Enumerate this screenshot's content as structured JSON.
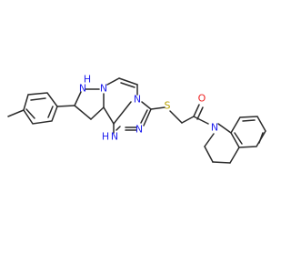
{
  "molecule": {
    "atoms": {
      "N_pz": "N",
      "NH_pz": "N",
      "NH_pz_H": "H",
      "N_tz_a": "N",
      "N_tz_b": "N",
      "NH_tz": "N",
      "NH_tz_H": "H",
      "S": "S",
      "O": "O",
      "N_q": "N"
    }
  },
  "colors": {
    "bond": "#2a2a2a",
    "nitrogen": "#2222ee",
    "sulfur": "#b8a000",
    "oxygen": "#ee2222"
  }
}
